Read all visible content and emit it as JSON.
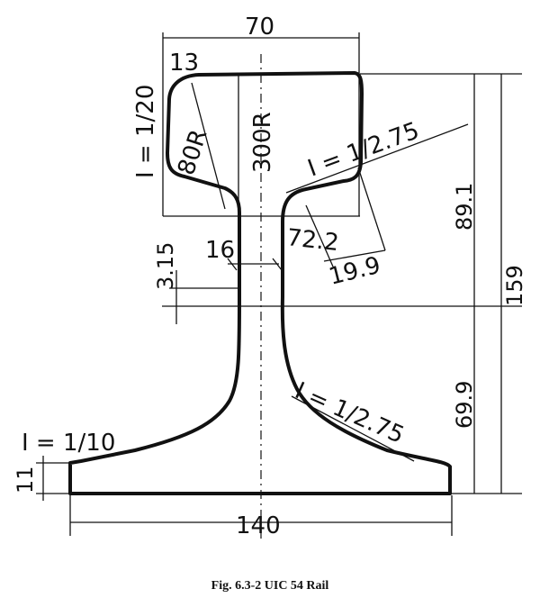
{
  "figure": {
    "caption": "Fig. 6.3-2 UIC 54 Rail",
    "dimensions": {
      "head_width": "70",
      "head_corner": "13",
      "radius_head_side": "80R",
      "radius_head_top": "300R",
      "slope_head": "I = 1/20",
      "slope_underhead": "I = 1/2.75",
      "head_height": "89.1",
      "total_height": "159",
      "fishing_width": "72.2",
      "fishing_offset": "19.9",
      "web_thickness": "16",
      "web_offset": "3.15",
      "foot_height": "69.9",
      "slope_foot_top": "I = 1/2.75",
      "slope_foot_edge": "I = 1/10",
      "foot_edge": "11",
      "foot_width": "140"
    }
  }
}
